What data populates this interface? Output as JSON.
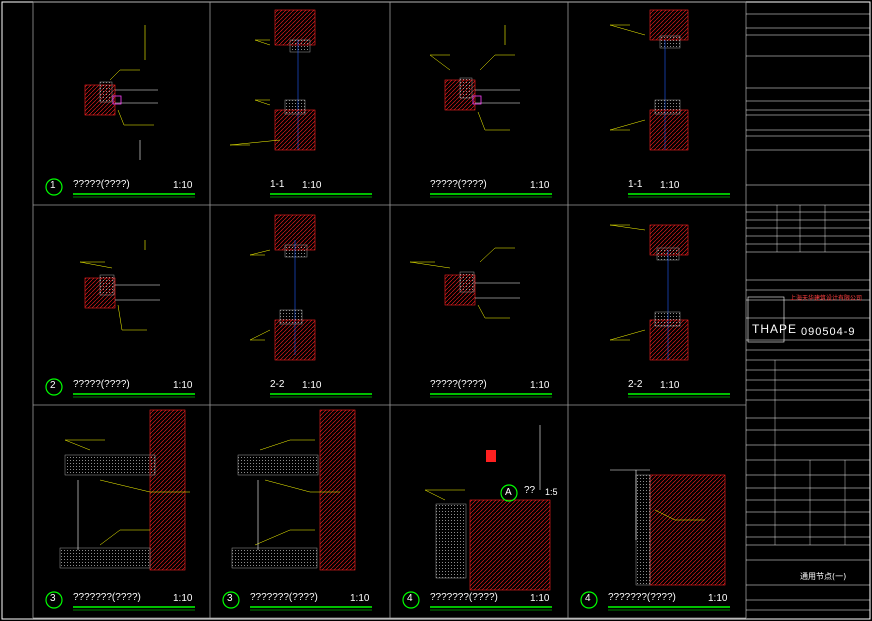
{
  "colors": {
    "background": "#000000",
    "frame": "#ffffff",
    "detail_title": "#ffffff",
    "underline": "#00ff00",
    "wall_hatch": "#ff2020",
    "insulation": "#a0a0a0",
    "dims": "#00ff00",
    "leaders": "#ffff00",
    "blue_line": "#2060ff",
    "magenta": "#ff40ff"
  },
  "panels": [
    {
      "num": "1",
      "title": "?????(????)",
      "scale": "1:10"
    },
    {
      "num": "",
      "title": "1-1",
      "scale": "1:10"
    },
    {
      "num": "",
      "title": "?????(????)",
      "scale": "1:10"
    },
    {
      "num": "",
      "title": "1-1",
      "scale": "1:10"
    },
    {
      "num": "2",
      "title": "?????(????)",
      "scale": "1:10"
    },
    {
      "num": "",
      "title": "2-2",
      "scale": "1:10"
    },
    {
      "num": "",
      "title": "?????(????)",
      "scale": "1:10"
    },
    {
      "num": "",
      "title": "2-2",
      "scale": "1:10"
    },
    {
      "num": "3",
      "title": "???????(????)",
      "scale": "1:10"
    },
    {
      "num": "3",
      "title": "???????(????)",
      "scale": "1:10"
    },
    {
      "num": "4",
      "title": "???????(????)",
      "scale": "1:10"
    },
    {
      "num": "4",
      "title": "???????(????)",
      "scale": "1:10"
    }
  ],
  "callout_a": {
    "letter": "A",
    "text": "??",
    "scale": "1:5"
  },
  "title_block": {
    "company_cn": "上海天华建筑设计有限公司",
    "logo": "THAPE",
    "drawing_no": "090504-9",
    "sheet_title": "通用节点(一)"
  }
}
